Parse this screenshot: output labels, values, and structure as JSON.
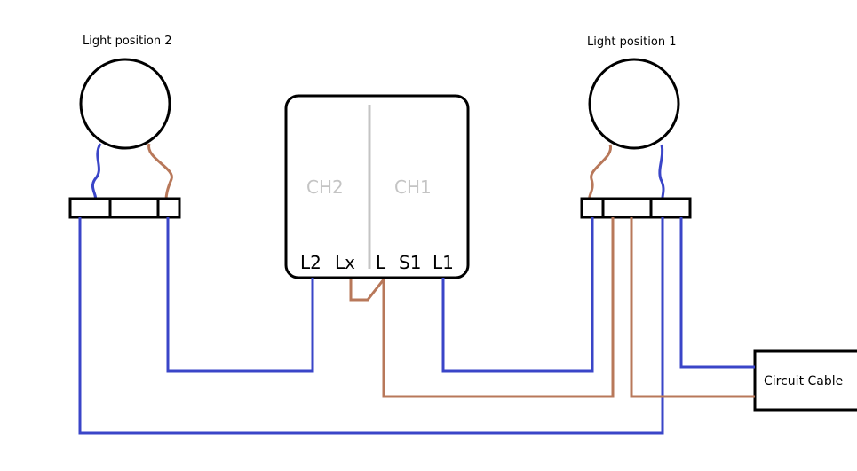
{
  "lights": {
    "left_label": "Light position 2",
    "right_label": "Light position 1"
  },
  "module": {
    "ch2": "CH2",
    "ch1": "CH1",
    "terminals": [
      "L2",
      "Lx",
      "L",
      "S1",
      "L1"
    ]
  },
  "circuit_cable": "Circuit Cable",
  "colors": {
    "live_blue": "#3a45c8",
    "switched_brown": "#b8785a",
    "divider_grey": "#c4c4c4"
  }
}
